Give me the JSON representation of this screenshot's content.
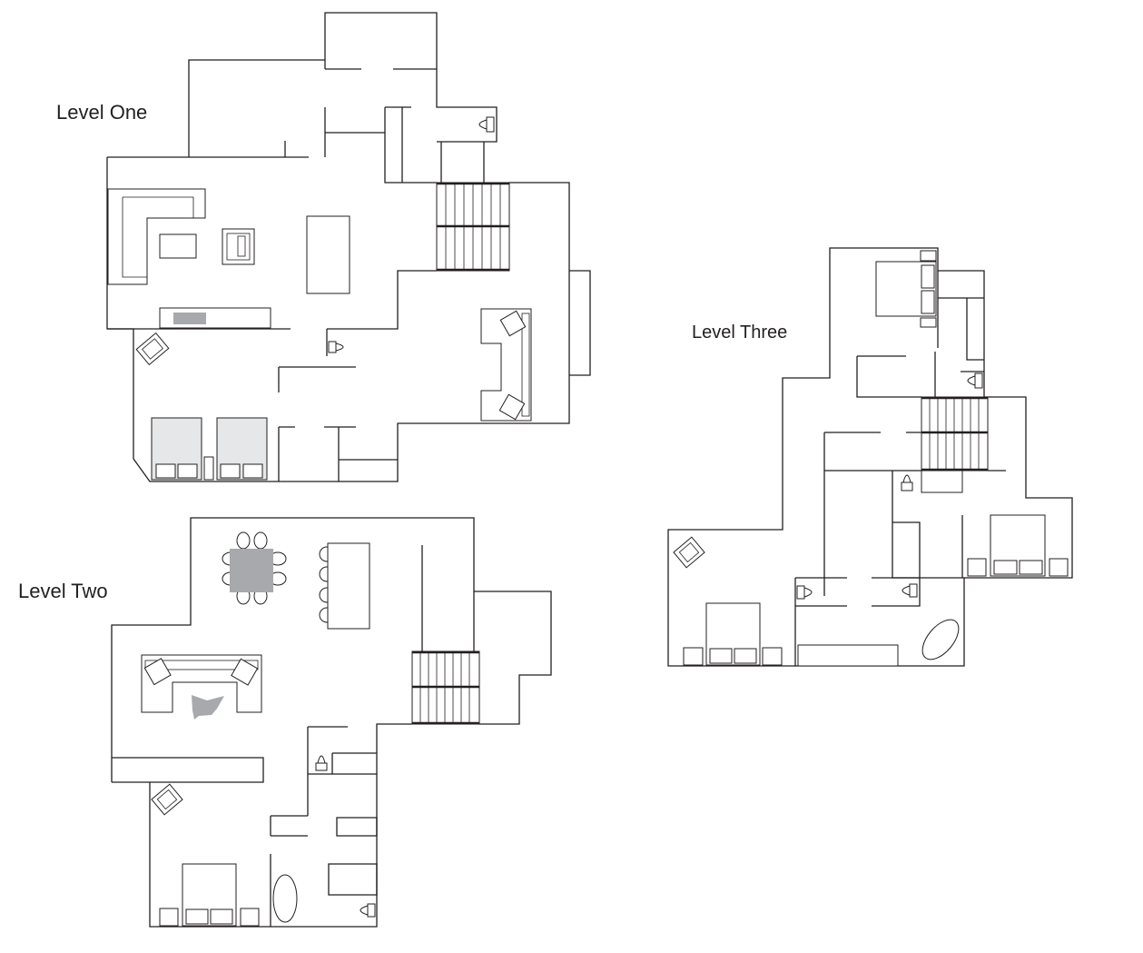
{
  "levels": {
    "one": {
      "label": "Level One"
    },
    "two": {
      "label": "Level Two"
    },
    "three": {
      "label": "Level Three"
    }
  },
  "colors": {
    "walls": "#231f20",
    "furniture_fill": "#a7a9ac",
    "bed_fill": "#e6e7e8",
    "background": "#ffffff"
  }
}
